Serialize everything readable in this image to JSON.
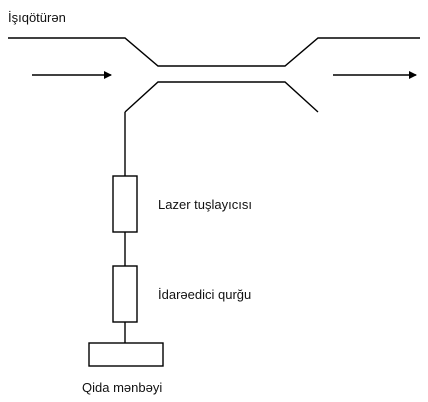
{
  "labels": {
    "fiber": "İşıqötürən",
    "laser": "Lazer tuşlayıcısı",
    "controller": "İdarəedici qurğu",
    "power": "Qida mənbəyi"
  },
  "colors": {
    "line": "#000000",
    "text": "#111111",
    "background": "#ffffff"
  }
}
